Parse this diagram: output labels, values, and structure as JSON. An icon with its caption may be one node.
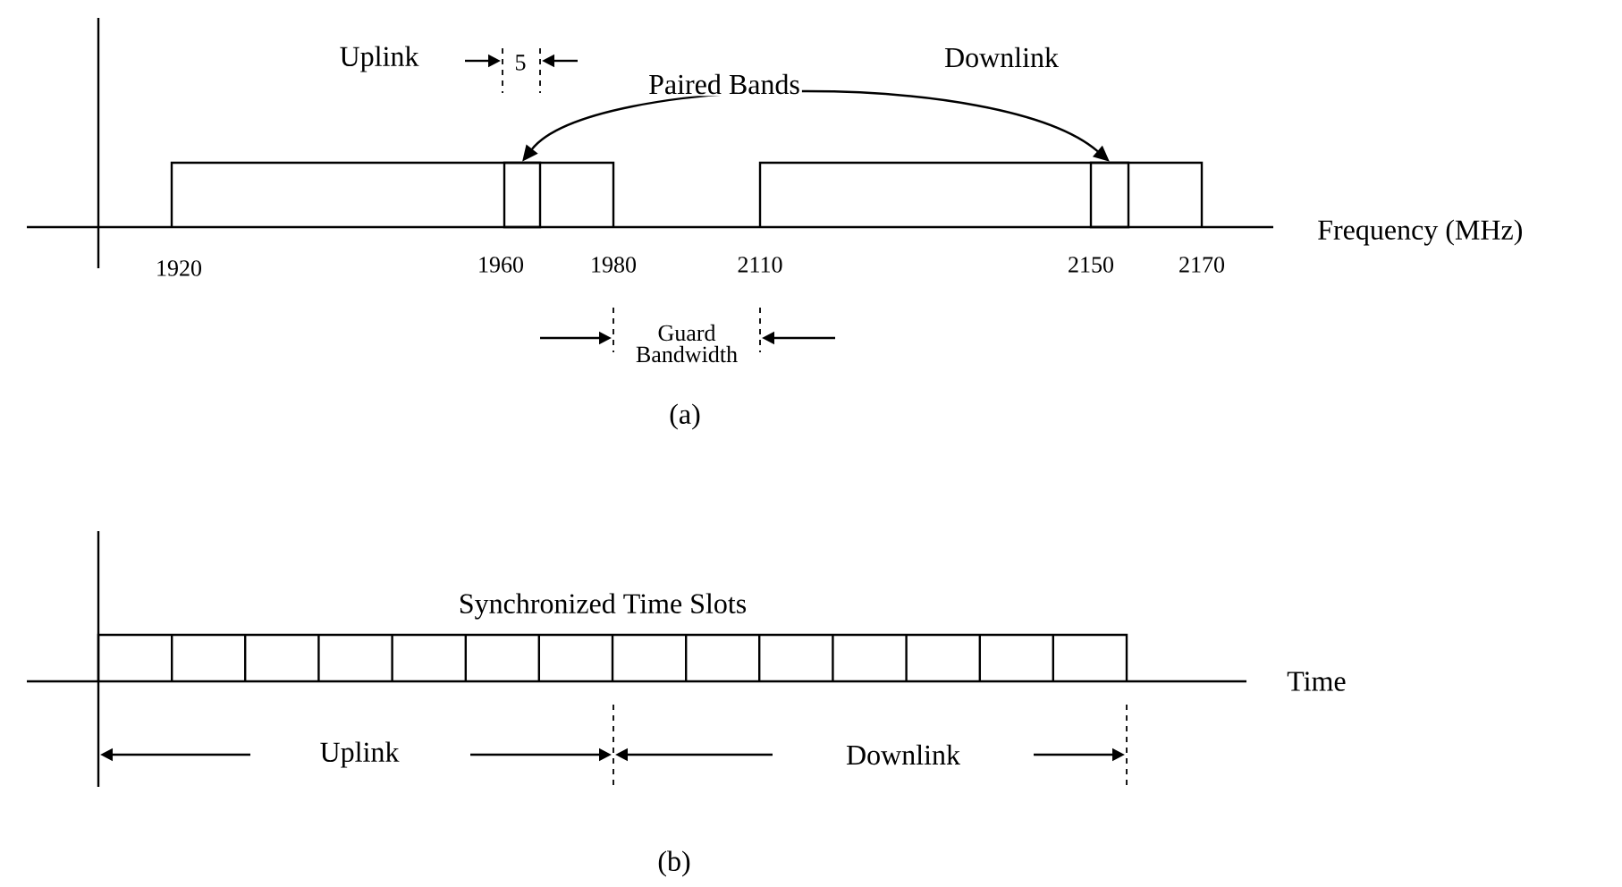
{
  "diagram": {
    "nodes": [
      {
        "text": [],
        "shape": "box"
      },
      {
        "text": [],
        "shape": "box"
      }
    ],
    "edges": [
      {
        "from": 0,
        "to": 1,
        "arrow": "both",
        "label": "Paired Bands"
      }
    ],
    "labels": [
      "Uplink",
      "5",
      "Downlink",
      "1920",
      "1960",
      "1980",
      "2110",
      "2150",
      "2170",
      "Frequency (MHz)",
      "Guard Bandwidth",
      "(a)",
      "Synchronized Time Slots",
      "Time",
      "Uplink",
      "Downlink",
      "(b)"
    ]
  }
}
